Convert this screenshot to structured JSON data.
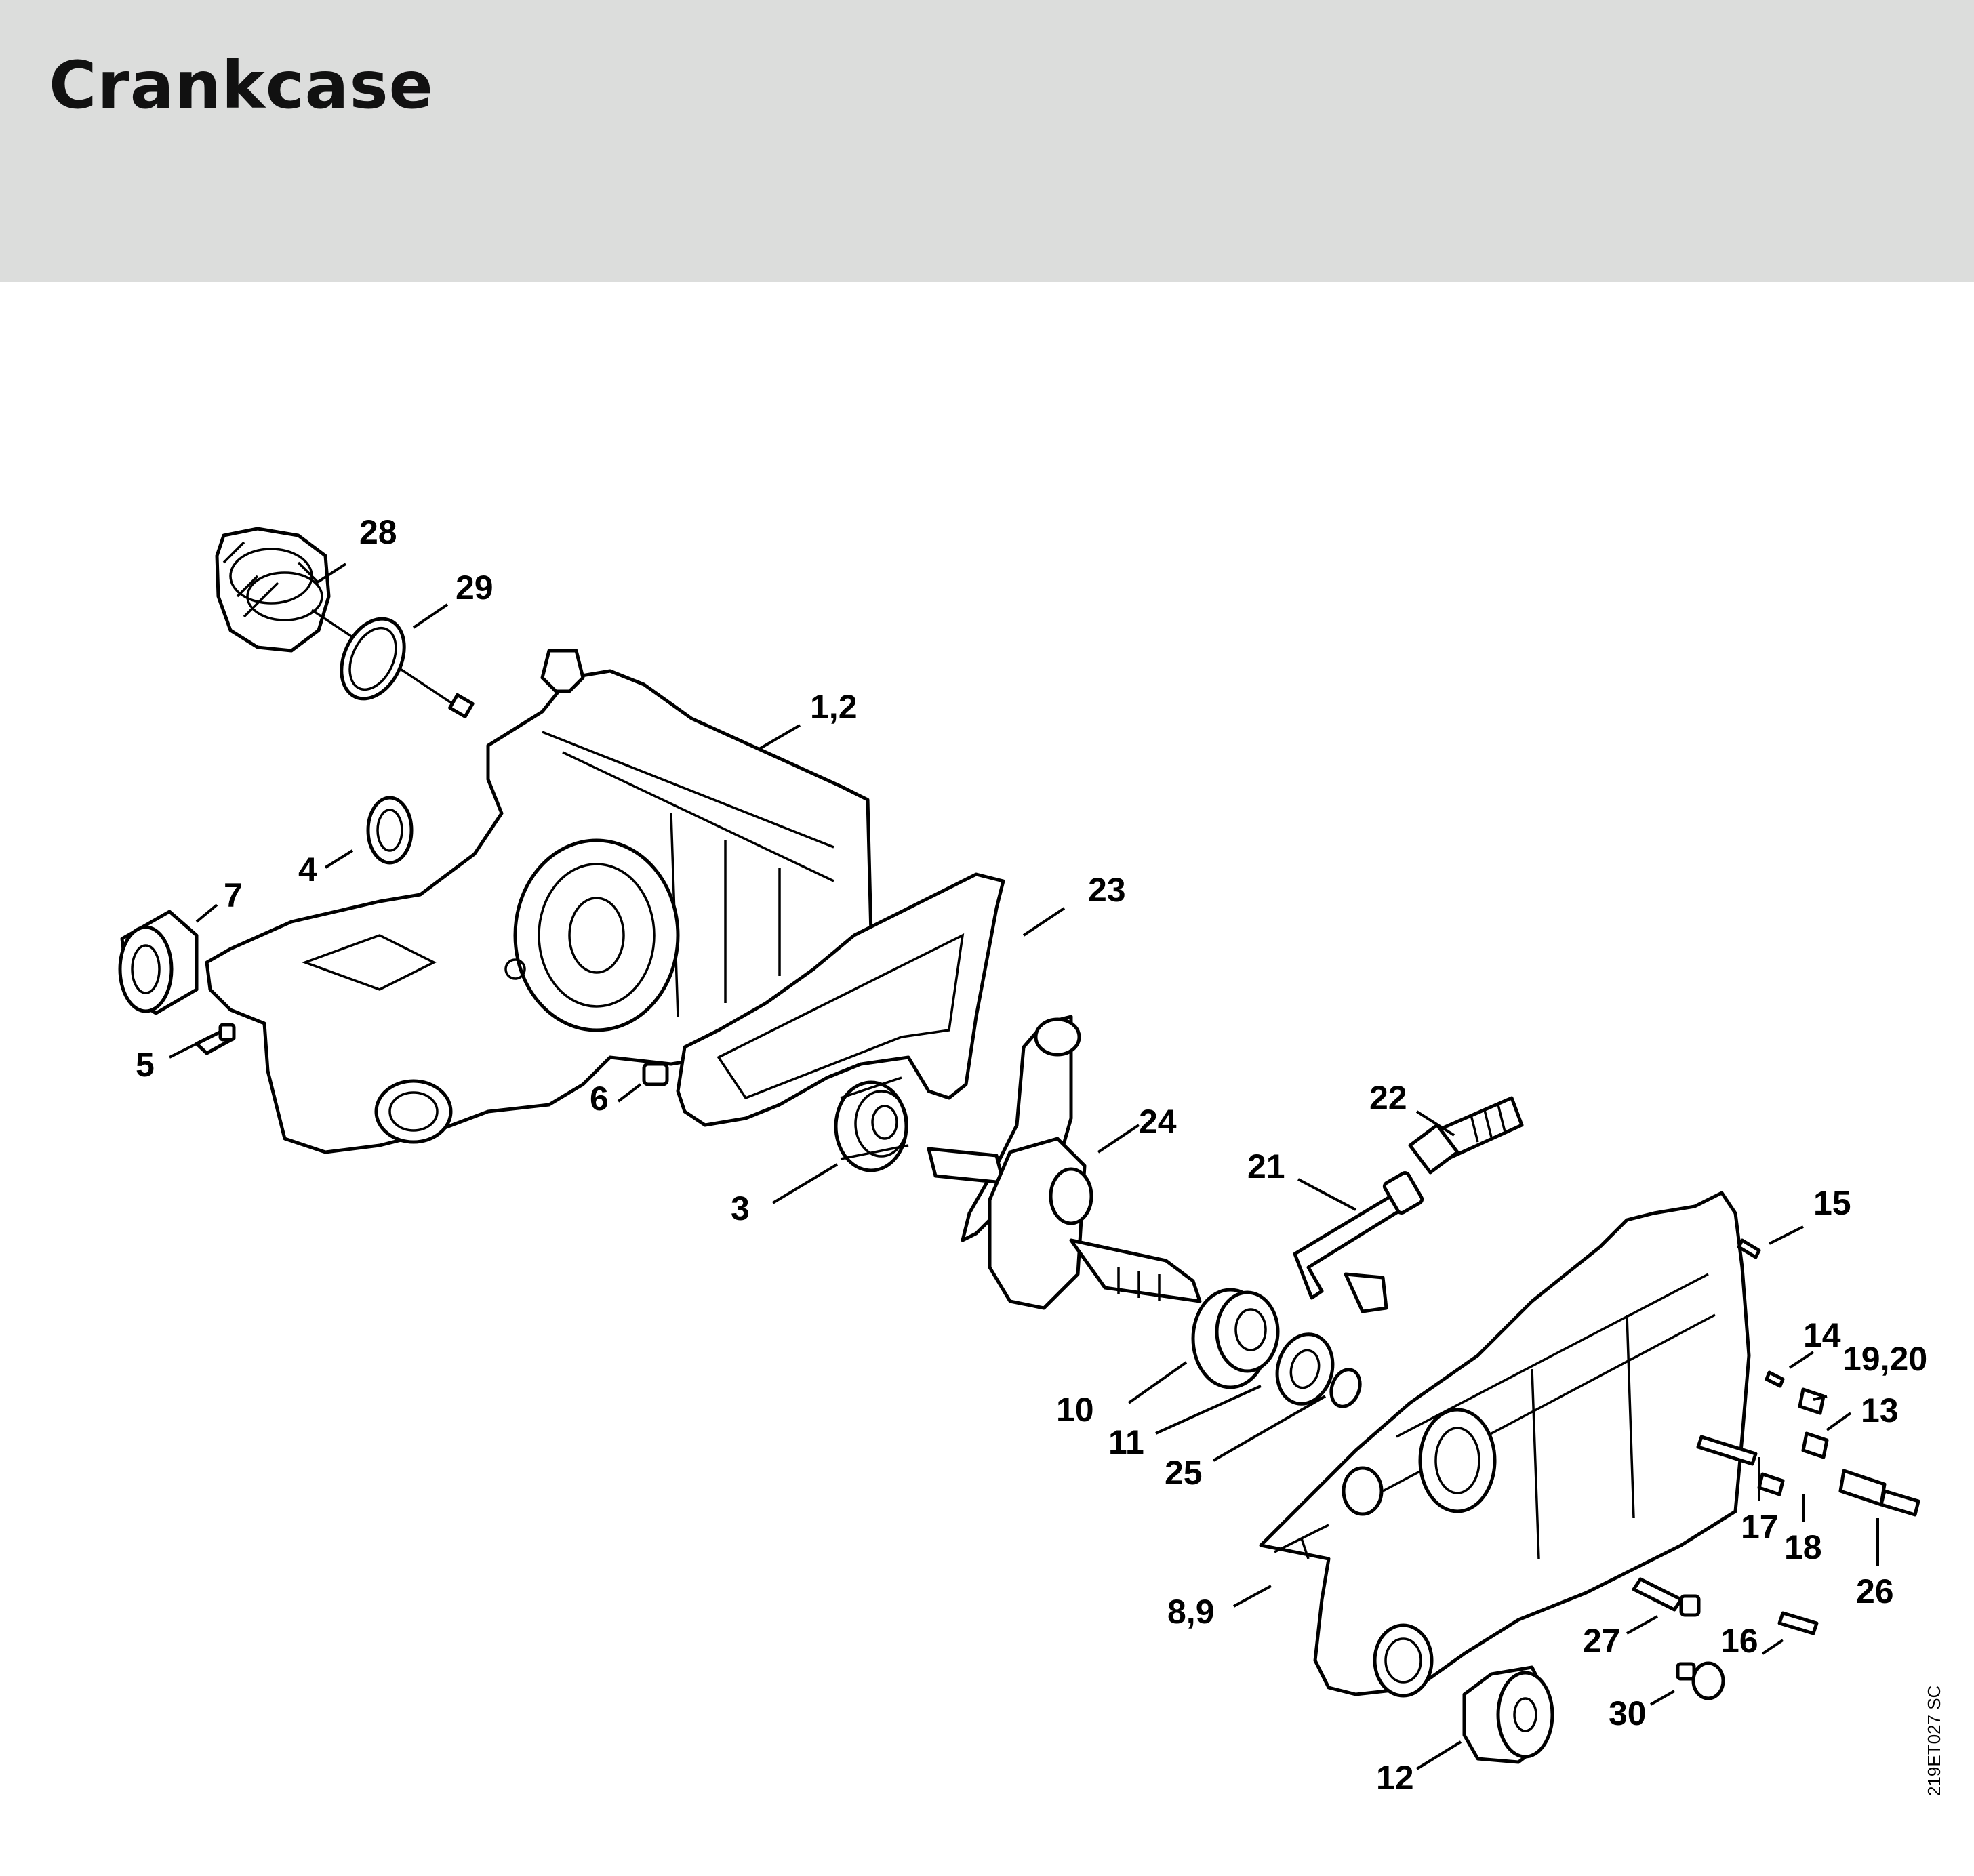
{
  "page": {
    "title": "Crankcase",
    "drawing_code": "219ET027 SC"
  },
  "callouts": [
    {
      "id": "28",
      "text": "28"
    },
    {
      "id": "29",
      "text": "29"
    },
    {
      "id": "1_2",
      "text": "1,2"
    },
    {
      "id": "4",
      "text": "4"
    },
    {
      "id": "7",
      "text": "7"
    },
    {
      "id": "23",
      "text": "23"
    },
    {
      "id": "5",
      "text": "5"
    },
    {
      "id": "6",
      "text": "6"
    },
    {
      "id": "24",
      "text": "24"
    },
    {
      "id": "22",
      "text": "22"
    },
    {
      "id": "3",
      "text": "3"
    },
    {
      "id": "21",
      "text": "21"
    },
    {
      "id": "15",
      "text": "15"
    },
    {
      "id": "14",
      "text": "14"
    },
    {
      "id": "19_20",
      "text": "19,20"
    },
    {
      "id": "13",
      "text": "13"
    },
    {
      "id": "10",
      "text": "10"
    },
    {
      "id": "11",
      "text": "11"
    },
    {
      "id": "25",
      "text": "25"
    },
    {
      "id": "17",
      "text": "17"
    },
    {
      "id": "18",
      "text": "18"
    },
    {
      "id": "26",
      "text": "26"
    },
    {
      "id": "8_9",
      "text": "8,9"
    },
    {
      "id": "27",
      "text": "27"
    },
    {
      "id": "16",
      "text": "16"
    },
    {
      "id": "30",
      "text": "30"
    },
    {
      "id": "12",
      "text": "12"
    }
  ]
}
